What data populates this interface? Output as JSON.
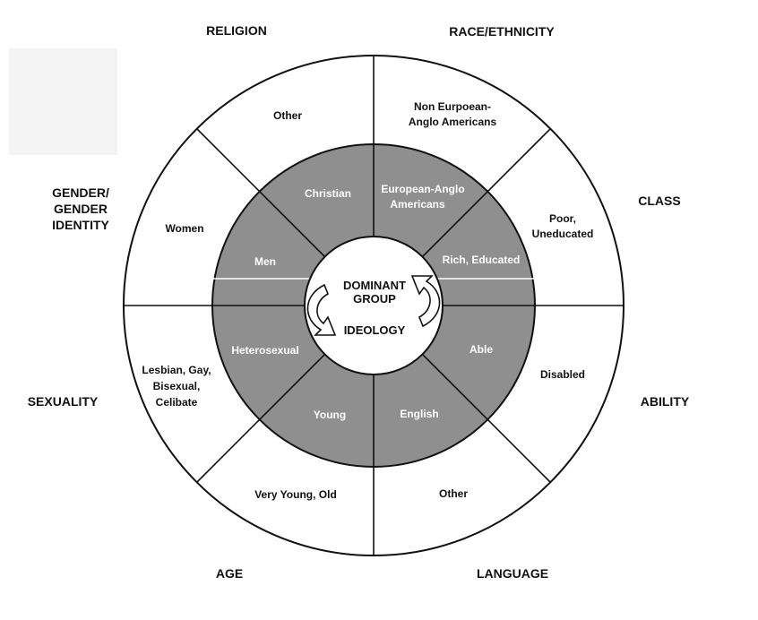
{
  "categories": {
    "religion": "RELIGION",
    "race": "RACE/ETHNICITY",
    "gender": [
      "GENDER/",
      "GENDER",
      "IDENTITY"
    ],
    "class": "CLASS",
    "sexuality": "SEXUALITY",
    "ability": "ABILITY",
    "age": "AGE",
    "language": "LANGUAGE"
  },
  "outer_ring": {
    "religion": [
      "Other"
    ],
    "race": [
      "Non Eurpoean-",
      "Anglo Americans"
    ],
    "class": [
      "Poor,",
      "Uneducated"
    ],
    "ability": [
      "Disabled"
    ],
    "language": [
      "Other"
    ],
    "age": [
      "Very Young, Old"
    ],
    "sexuality": [
      "Lesbian, Gay,",
      "Bisexual,",
      "Celibate"
    ],
    "gender": [
      "Women"
    ]
  },
  "inner_ring": {
    "religion": [
      "Christian"
    ],
    "race": [
      "European-Anglo",
      "Americans"
    ],
    "class": [
      "Rich, Educated"
    ],
    "ability": [
      "Able"
    ],
    "language": [
      "English"
    ],
    "age": [
      "Young"
    ],
    "sexuality": [
      "Heterosexual"
    ],
    "gender": [
      "Men"
    ]
  },
  "core": {
    "line1": "DOMINANT",
    "line2": "GROUP",
    "line3": "IDEOLOGY"
  },
  "colors": {
    "inner_fill": "#8f8f8f",
    "outer_fill": "#ffffff",
    "line": "#111111"
  }
}
